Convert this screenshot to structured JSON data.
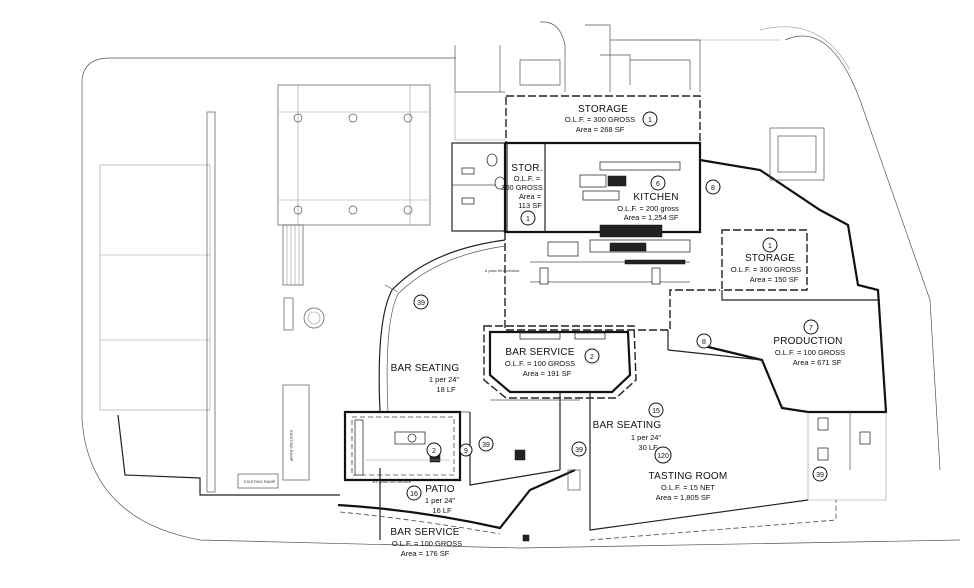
{
  "rooms": {
    "storage_top": {
      "name": "STORAGE",
      "olf": "O.L.F. = 300 GROSS",
      "area": "Area = 268 SF",
      "tag": "1"
    },
    "stor": {
      "name": "STOR.",
      "olf_a": "O.L.F. =",
      "olf_b": "300 GROSS",
      "area_a": "Area =",
      "area_b": "113 SF",
      "tag": "1"
    },
    "kitchen": {
      "name": "KITCHEN",
      "olf": "O.L.F. = 200 gross",
      "area": "Area = 1,254 SF",
      "tag": "6"
    },
    "storage_right": {
      "name": "STORAGE",
      "olf": "O.L.F. = 300 GROSS",
      "area": "Area = 150 SF",
      "tag": "1"
    },
    "production": {
      "name": "PRODUCTION",
      "olf": "O.L.F. = 100 GROSS",
      "area": "Area = 671 SF",
      "tag": "7"
    },
    "bar_service_center": {
      "name": "BAR SERVICE",
      "olf": "O.L.F. = 100 GROSS",
      "area": "Area = 191 SF",
      "tag": "2"
    },
    "bar_seating_left": {
      "name": "BAR SEATING",
      "rate": "1 per 24\"",
      "lf": "18 LF",
      "tag": "39"
    },
    "bar_seating_right": {
      "name": "BAR SEATING",
      "rate": "1 per 24\"",
      "lf": "30 LF",
      "tag": "15"
    },
    "tasting_room": {
      "name": "TASTING ROOM",
      "olf": "O.L.F. = 15 NET",
      "area": "Area = 1,805 SF",
      "tag": "120"
    },
    "patio": {
      "name": "PATIO",
      "rate": "1 per 24\"",
      "lf": "16 LF",
      "tag": "16"
    },
    "bar_service_patio": {
      "name": "BAR SERVICE",
      "olf": "O.L.F. = 100 GROSS",
      "area": "Area = 176 SF",
      "tag": "2"
    }
  },
  "tags": {
    "t8_upper": "8",
    "t8_lower": "8",
    "t39_center": "39",
    "t39_mid": "39",
    "t39_right": "39",
    "t9": "9"
  },
  "notes": {
    "ramp_left": "EXISTING RAMP",
    "ramp_bottom": "EXISTING RAMP",
    "kitchen_note": "# pass thru window",
    "patio_note": "3/4\" pass thru window"
  }
}
